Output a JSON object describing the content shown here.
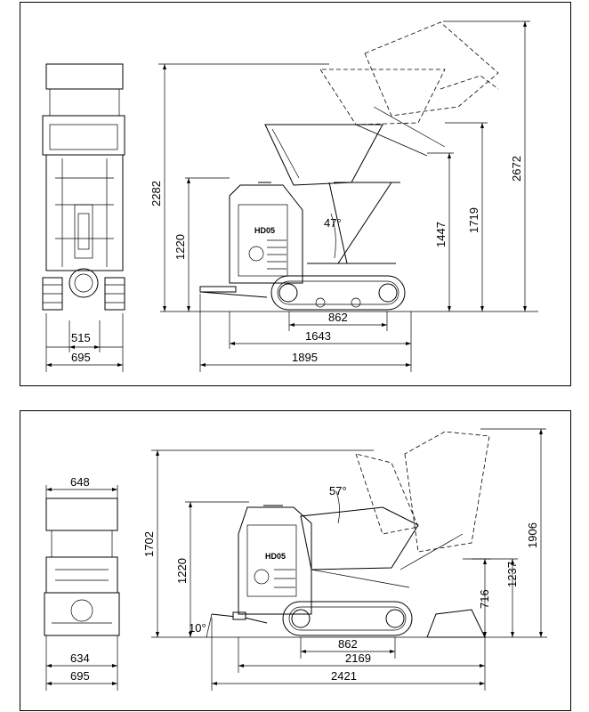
{
  "brand_label": "HD05",
  "top_view": {
    "front": {
      "track_inner": "515",
      "overall_width": "695"
    },
    "side": {
      "height_overall": "2282",
      "height_platform": "1220",
      "height_raised_dump": "1447",
      "height_raised_bucket": "1719",
      "height_max": "2672",
      "angle": "47°",
      "track_length": "862",
      "length_body": "1643",
      "length_overall": "1895"
    }
  },
  "bottom_view": {
    "front": {
      "bucket_width": "648",
      "track_inner": "634",
      "overall_width": "695"
    },
    "side": {
      "height_overall": "1702",
      "height_platform": "1220",
      "angle_front": "10°",
      "angle_dump": "57°",
      "height_dump_low": "716",
      "height_dump_mid": "1237",
      "height_max": "1906",
      "track_length": "862",
      "length_body": "2169",
      "length_overall": "2421"
    }
  }
}
